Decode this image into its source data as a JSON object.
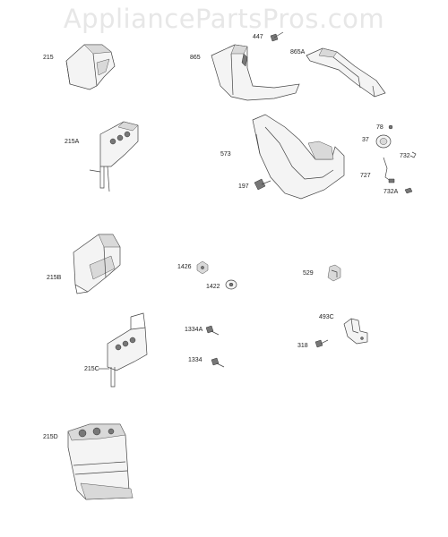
{
  "watermark": "AppliancePartsPros.com",
  "labels": {
    "p215": "215",
    "p215A": "215A",
    "p215B": "215B",
    "p215C": "215C",
    "p215D": "215D",
    "p447": "447",
    "p865": "865",
    "p865A": "865A",
    "p573": "573",
    "p197": "197",
    "p78": "78",
    "p37": "37",
    "p732": "732",
    "p727": "727",
    "p732A": "732A",
    "p1426": "1426",
    "p1422": "1422",
    "p529": "529",
    "p1334A": "1334A",
    "p1334": "1334",
    "p493C": "493C",
    "p318": "318"
  }
}
